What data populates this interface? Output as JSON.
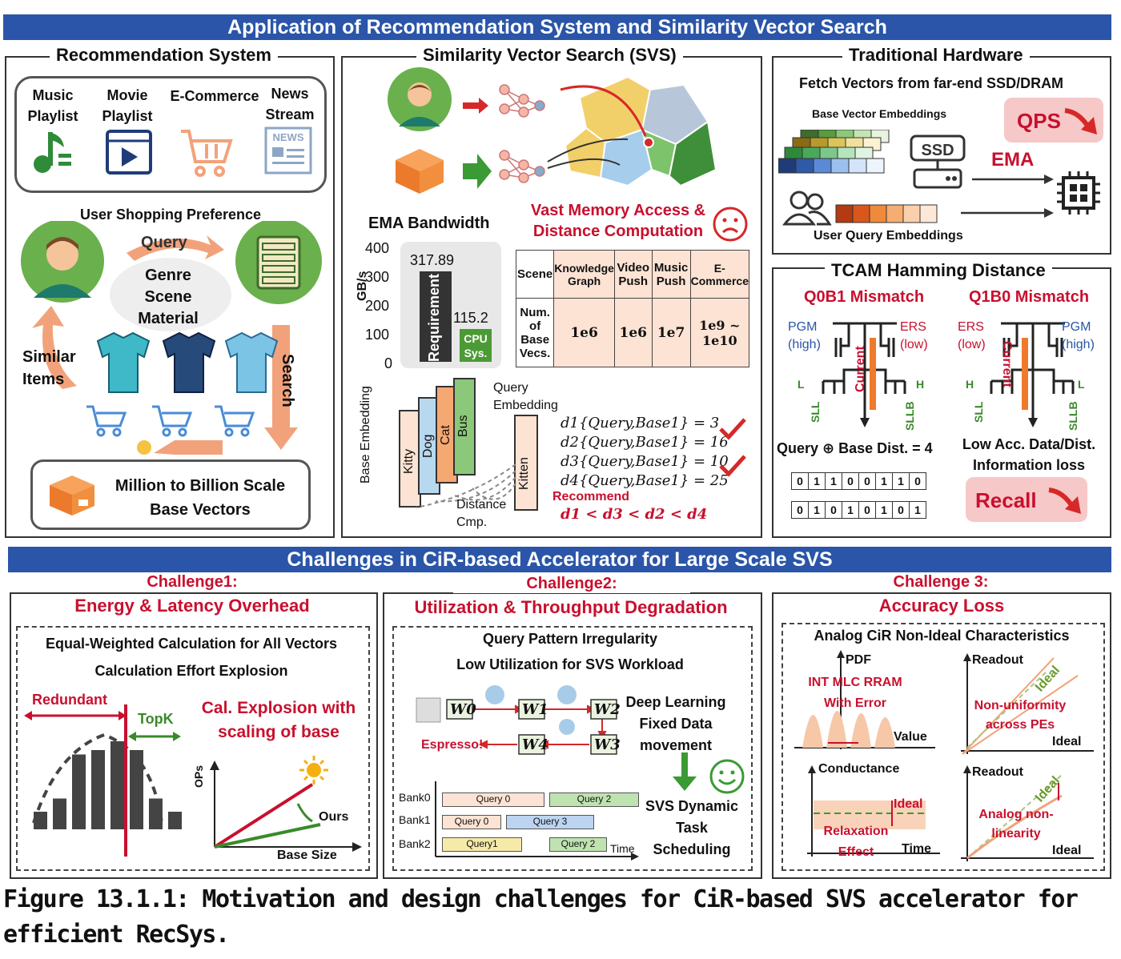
{
  "top_banner": "Application of Recommendation System and Similarity Vector Search",
  "bottom_banner": "Challenges in CiR-based Accelerator for Large Scale SVS",
  "rec": {
    "title": "Recommendation System",
    "apps": [
      "Music Playlist",
      "Movie Playlist",
      "E-Commerce",
      "News Stream"
    ],
    "news_icon_text": "NEWS",
    "pref_title": "User Shopping Preference",
    "query": "Query",
    "genre": [
      "Genre",
      "Scene",
      "Material"
    ],
    "similar": "Similar Items",
    "search": "Search",
    "scale": "Million to Billion Scale Base Vectors"
  },
  "svs": {
    "title": "Similarity Vector Search (SVS)",
    "ema_title": "EMA Bandwidth",
    "ylabel": "GB/s",
    "yticks": [
      "400",
      "300",
      "200",
      "100",
      "0"
    ],
    "bars": [
      {
        "label": "Requirement",
        "value": 317.89,
        "value_label": "317.89"
      },
      {
        "label": "CPU Sys.",
        "value": 115.2,
        "value_label": "115.2"
      }
    ],
    "vast": "Vast Memory Access & Distance Computation",
    "table_header": [
      "Scene",
      "Knowledge Graph",
      "Video Push",
      "Music Push",
      "E-Commerce"
    ],
    "table_row_label": "Num. of Base Vecs.",
    "table_values": [
      "1e6",
      "1e6",
      "1e7",
      "1e9 ~ 1e10"
    ],
    "base_emb": "Base Embedding",
    "query_emb": "Query Embedding",
    "cards": [
      "Kitty",
      "Dog",
      "Cat",
      "Bus"
    ],
    "kitten": "Kitten",
    "distance": "Distance Cmp.",
    "dists": [
      "d1{Query,Base1} = 3",
      "d2{Query,Base1} = 16",
      "d3{Query,Base1} = 10",
      "d4{Query,Base1} = 25"
    ],
    "recommend": "Recommend",
    "order": "d1 < d3 < d2 < d4"
  },
  "hw": {
    "title": "Traditional Hardware",
    "fetch": "Fetch Vectors from far-end SSD/DRAM",
    "base_vec": "Base Vector Embeddings",
    "ssd": "SSD",
    "qps": "QPS",
    "ema": "EMA",
    "user_q": "User Query Embeddings"
  },
  "tcam": {
    "title": "TCAM Hamming Distance",
    "m1": "Q0B1 Mismatch",
    "m2": "Q1B0 Mismatch",
    "pgm": "PGM",
    "high": "(high)",
    "ers": "ERS",
    "low": "(low)",
    "current": "Current",
    "l": "L",
    "h": "H",
    "sll": "SLL",
    "sllb": "SLLB",
    "query_dist": "Query ⊕ Base Dist. = 4",
    "lowacc": "Low Acc. Data/Dist. Information loss",
    "recall": "Recall",
    "bits1": [
      "0",
      "1",
      "1",
      "0",
      "0",
      "1",
      "1",
      "0"
    ],
    "bits2": [
      "0",
      "1",
      "0",
      "1",
      "0",
      "1",
      "0",
      "1"
    ]
  },
  "ch1": {
    "title1": "Challenge1:",
    "title2": "Energy & Latency Overhead",
    "eq": "Equal-Weighted Calculation for All Vectors",
    "explo": "Calculation Effort Explosion",
    "redundant": "Redundant",
    "topk": "TopK",
    "calexp": "Cal. Explosion with scaling of base",
    "ops": "OPs",
    "ours": "Ours",
    "basesize": "Base Size",
    "hist": [
      0.2,
      0.35,
      0.85,
      0.9,
      1.0,
      0.9,
      0.35,
      0.2
    ]
  },
  "ch2": {
    "title1": "Challenge2:",
    "title2": "Utilization & Throughput Degradation",
    "qpi": "Query Pattern Irregularity",
    "lowutil": "Low Utilization for SVS Workload",
    "w": [
      "W0",
      "W1",
      "W2",
      "W3",
      "W4"
    ],
    "espresso": "Espresso!",
    "dl": "Deep Learning Fixed Data movement",
    "svs": "SVS Dynamic Task Scheduling",
    "banks": [
      "Bank0",
      "Bank1",
      "Bank2"
    ],
    "q": [
      "Query 0",
      "Query 2",
      "Query 0",
      "Query 3",
      "Query1",
      "Query 2"
    ],
    "time": "Time"
  },
  "ch3": {
    "title1": "Challenge 3:",
    "title2": "Accuracy Loss",
    "analog": "Analog CiR Non-Ideal Characteristics",
    "pdf": "PDF",
    "int": "INT MLC RRAM With Error",
    "value": "Value",
    "readout": "Readout",
    "ideal": "Ideal",
    "nonuni": "Non-uniformity across PEs",
    "cond": "Conductance",
    "relax": "Relaxation Effect",
    "time": "Time",
    "anl": "Analog non-linearity"
  },
  "caption": "Figure 13.1.1: Motivation and design challenges for CiR-based SVS accelerator for efficient RecSys."
}
